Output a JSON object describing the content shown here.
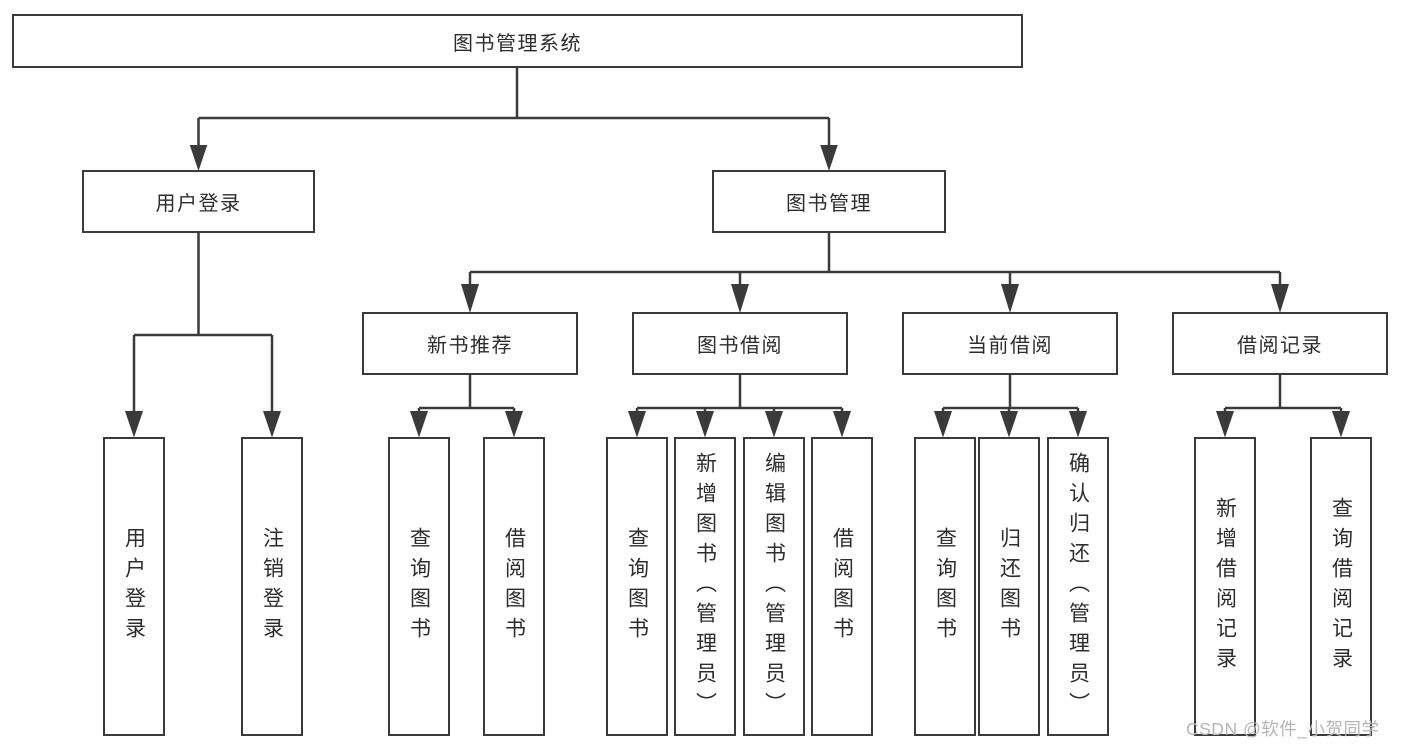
{
  "diagram": {
    "root": {
      "label": "图书管理系统"
    },
    "branches": [
      {
        "label": "用户登录",
        "children": [
          "用户登录",
          "注销登录"
        ]
      },
      {
        "label": "图书管理",
        "modules": [
          {
            "label": "新书推荐",
            "children": [
              "查询图书",
              "借阅图书"
            ]
          },
          {
            "label": "图书借阅",
            "children": [
              "查询图书",
              "新增图书（管理员）",
              "编辑图书（管理员）",
              "借阅图书"
            ]
          },
          {
            "label": "当前借阅",
            "children": [
              "查询图书",
              "归还图书",
              "确认归还（管理员）"
            ]
          },
          {
            "label": "借阅记录",
            "children": [
              "新增借阅记录",
              "查询借阅记录"
            ]
          }
        ]
      }
    ]
  },
  "watermark": {
    "text": "CSDN @软件_小贺同学"
  },
  "colors": {
    "line": "#3a3a3a",
    "box_border": "#3a3a3a",
    "text": "#2d2d2d",
    "watermark": "#b5b5b5",
    "background": "#ffffff"
  }
}
